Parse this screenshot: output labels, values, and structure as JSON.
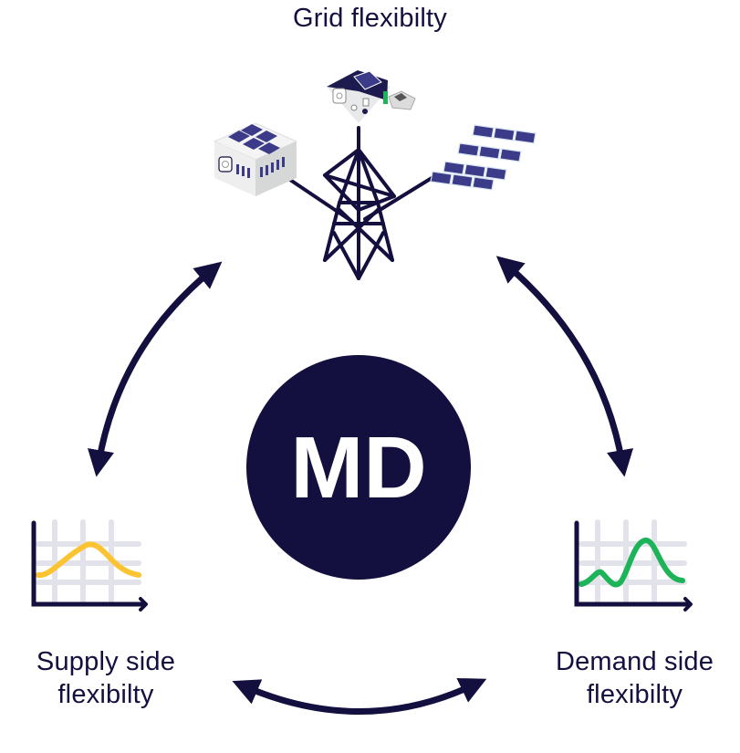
{
  "diagram": {
    "title": "Grid flexibilty",
    "center_logo": "MD",
    "nodes": [
      {
        "id": "grid",
        "label": "Grid flexibilty",
        "icons": [
          "factory-with-solar-icon",
          "smart-home-with-ev-icon",
          "solar-farm-icon",
          "transmission-tower-icon"
        ]
      },
      {
        "id": "supply",
        "label_line1": "Supply side",
        "label_line2": "flexibilty",
        "icon": "supply-chart-icon"
      },
      {
        "id": "demand",
        "label_line1": "Demand side",
        "label_line2": "flexibilty",
        "icon": "demand-chart-icon"
      }
    ],
    "connections": [
      {
        "from": "grid",
        "to": "supply",
        "type": "bidirectional"
      },
      {
        "from": "grid",
        "to": "demand",
        "type": "bidirectional"
      },
      {
        "from": "supply",
        "to": "demand",
        "type": "bidirectional"
      }
    ],
    "colors": {
      "navy": "#130f3e",
      "supply_curve": "#fcc332",
      "demand_curve": "#1db459",
      "grid_lines": "#e2e2ea",
      "panel": "#3b3b8a"
    }
  }
}
